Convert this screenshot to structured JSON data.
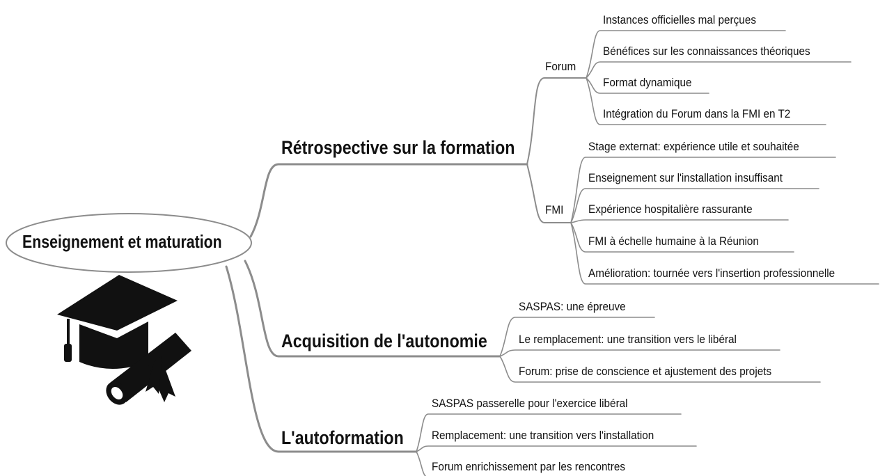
{
  "root": {
    "label": "Enseignement et maturation",
    "icon": "graduation-cap-and-diploma-icon"
  },
  "branches": [
    {
      "label": "Rétrospective sur la formation",
      "children": [
        {
          "label": "Forum",
          "leaves": [
            "Instances officielles mal perçues",
            "Bénéfices sur les connaissances théoriques",
            "Format dynamique",
            "Intégration du Forum dans la FMI en T2"
          ]
        },
        {
          "label": "FMI",
          "leaves": [
            "Stage externat: expérience utile et souhaitée",
            "Enseignement sur l'installation insuffisant",
            "Expérience hospitalière rassurante",
            "FMI à échelle humaine à la Réunion",
            "Amélioration: tournée vers l'insertion professionnelle"
          ]
        }
      ]
    },
    {
      "label": "Acquisition de l'autonomie",
      "leaves": [
        "SASPAS: une épreuve",
        "Le remplacement: une transition vers le libéral",
        "Forum: prise de conscience et ajustement des projets"
      ]
    },
    {
      "label": "L'autoformation",
      "leaves": [
        "SASPAS passerelle pour l'exercice libéral",
        "Remplacement: une transition vers l'installation",
        "Forum enrichissement par les rencontres"
      ]
    }
  ],
  "colors": {
    "line": "#8c8c8c",
    "text": "#111111",
    "icon": "#111111"
  }
}
